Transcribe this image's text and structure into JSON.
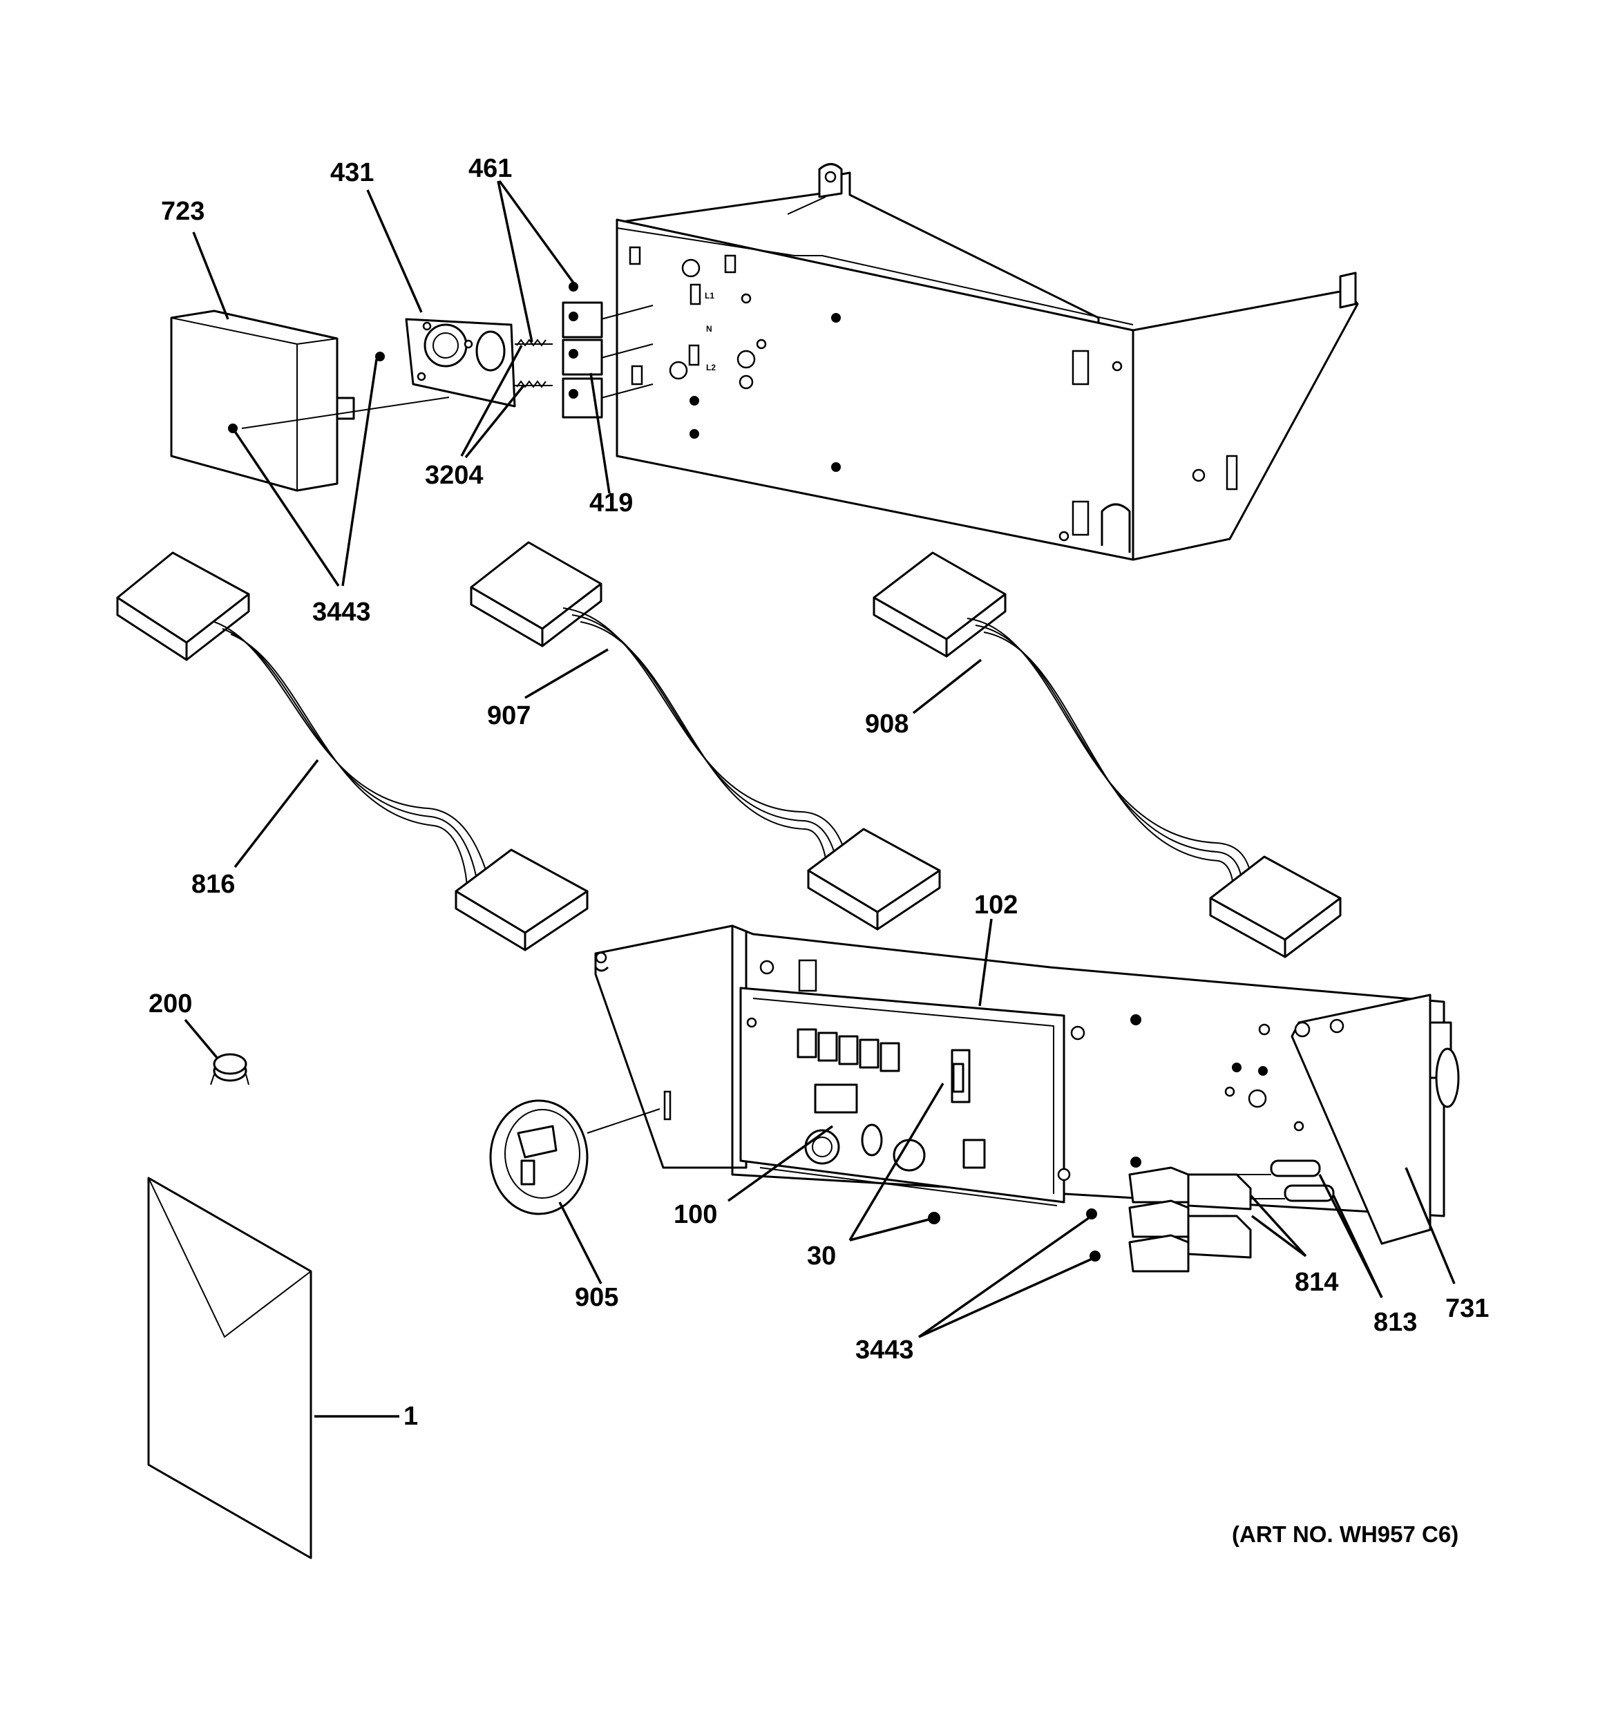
{
  "callouts": {
    "p723": "723",
    "p431": "431",
    "p461": "461",
    "p3204": "3204",
    "p419": "419",
    "p3443_top": "3443",
    "p907": "907",
    "p908": "908",
    "p816": "816",
    "p102": "102",
    "p200": "200",
    "p100": "100",
    "p30": "30",
    "p905": "905",
    "p3443_bottom": "3443",
    "p814": "814",
    "p813": "813",
    "p731": "731",
    "p1": "1"
  },
  "terminal_marks": {
    "l1": "L1",
    "n": "N",
    "l2": "L2"
  },
  "art_number": "(ART NO. WH957 C6)"
}
